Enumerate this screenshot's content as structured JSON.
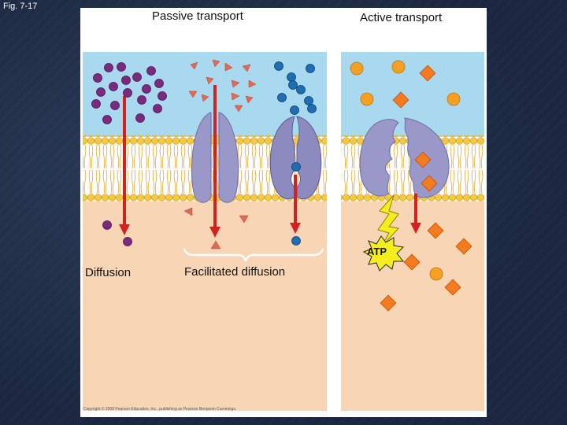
{
  "slide": {
    "figure_label": "Fig. 7-17",
    "title_passive": "Passive transport",
    "title_active": "Active transport",
    "label_diffusion": "Diffusion",
    "label_facilitated": "Facilitated diffusion",
    "label_atp": "ATP",
    "copyright": "Copyright © 2008 Pearson Education, Inc., publishing as Pearson Benjamin Cummings."
  },
  "colors": {
    "extracellular": "#a9d9ef",
    "cytoplasm": "#f8d5b4",
    "membrane_head": "#f4c843",
    "protein": "#9a98c8",
    "arrow": "#d62020",
    "molecule_purple": "#7b2a80",
    "molecule_triangle": "#e06a55",
    "molecule_blue": "#1d6fb5",
    "molecule_orange": "#f5a023",
    "atp_star": "#f4ee1e"
  }
}
